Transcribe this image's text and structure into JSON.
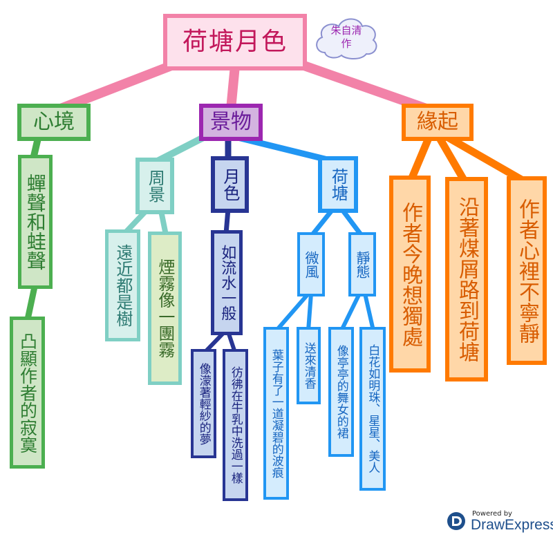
{
  "root": {
    "title": "荷塘月色",
    "author": "朱自清作"
  },
  "branches": {
    "mood": {
      "label": "心境",
      "items": [
        "蟬聲和蛙聲",
        "凸顯作者的寂寞"
      ]
    },
    "scenery": {
      "label": "景物",
      "surroundings": {
        "label": "周景",
        "items": [
          "遠近都是樹",
          "煙霧像一團霧"
        ]
      },
      "moonlight": {
        "label": "月色",
        "items": [
          "如流水一般",
          "像濛著輕紗的夢",
          "彷彿在牛乳中洗過一樣"
        ]
      },
      "pond": {
        "label": "荷塘",
        "breeze": {
          "label": "微風",
          "items": [
            "葉子有了一道凝碧的波痕",
            "送來清香"
          ]
        },
        "still": {
          "label": "靜態",
          "items": [
            "像亭亭的舞女的裙",
            "白花如明珠、星星、美人"
          ]
        }
      }
    },
    "origin": {
      "label": "緣起",
      "items": [
        "作者今晚想獨處",
        "沿著煤屑路到荷塘",
        "作者心裡不寧靜"
      ]
    }
  },
  "branding": {
    "powered_by": "Powered by",
    "product": "DrawExpress"
  },
  "colors": {
    "pink": "#f282a8",
    "green": "#4caf50",
    "purple": "#9c27b0",
    "orange": "#ff7a00",
    "teal": "#7fcfc4",
    "navy": "#283593",
    "blue": "#2196f3"
  }
}
